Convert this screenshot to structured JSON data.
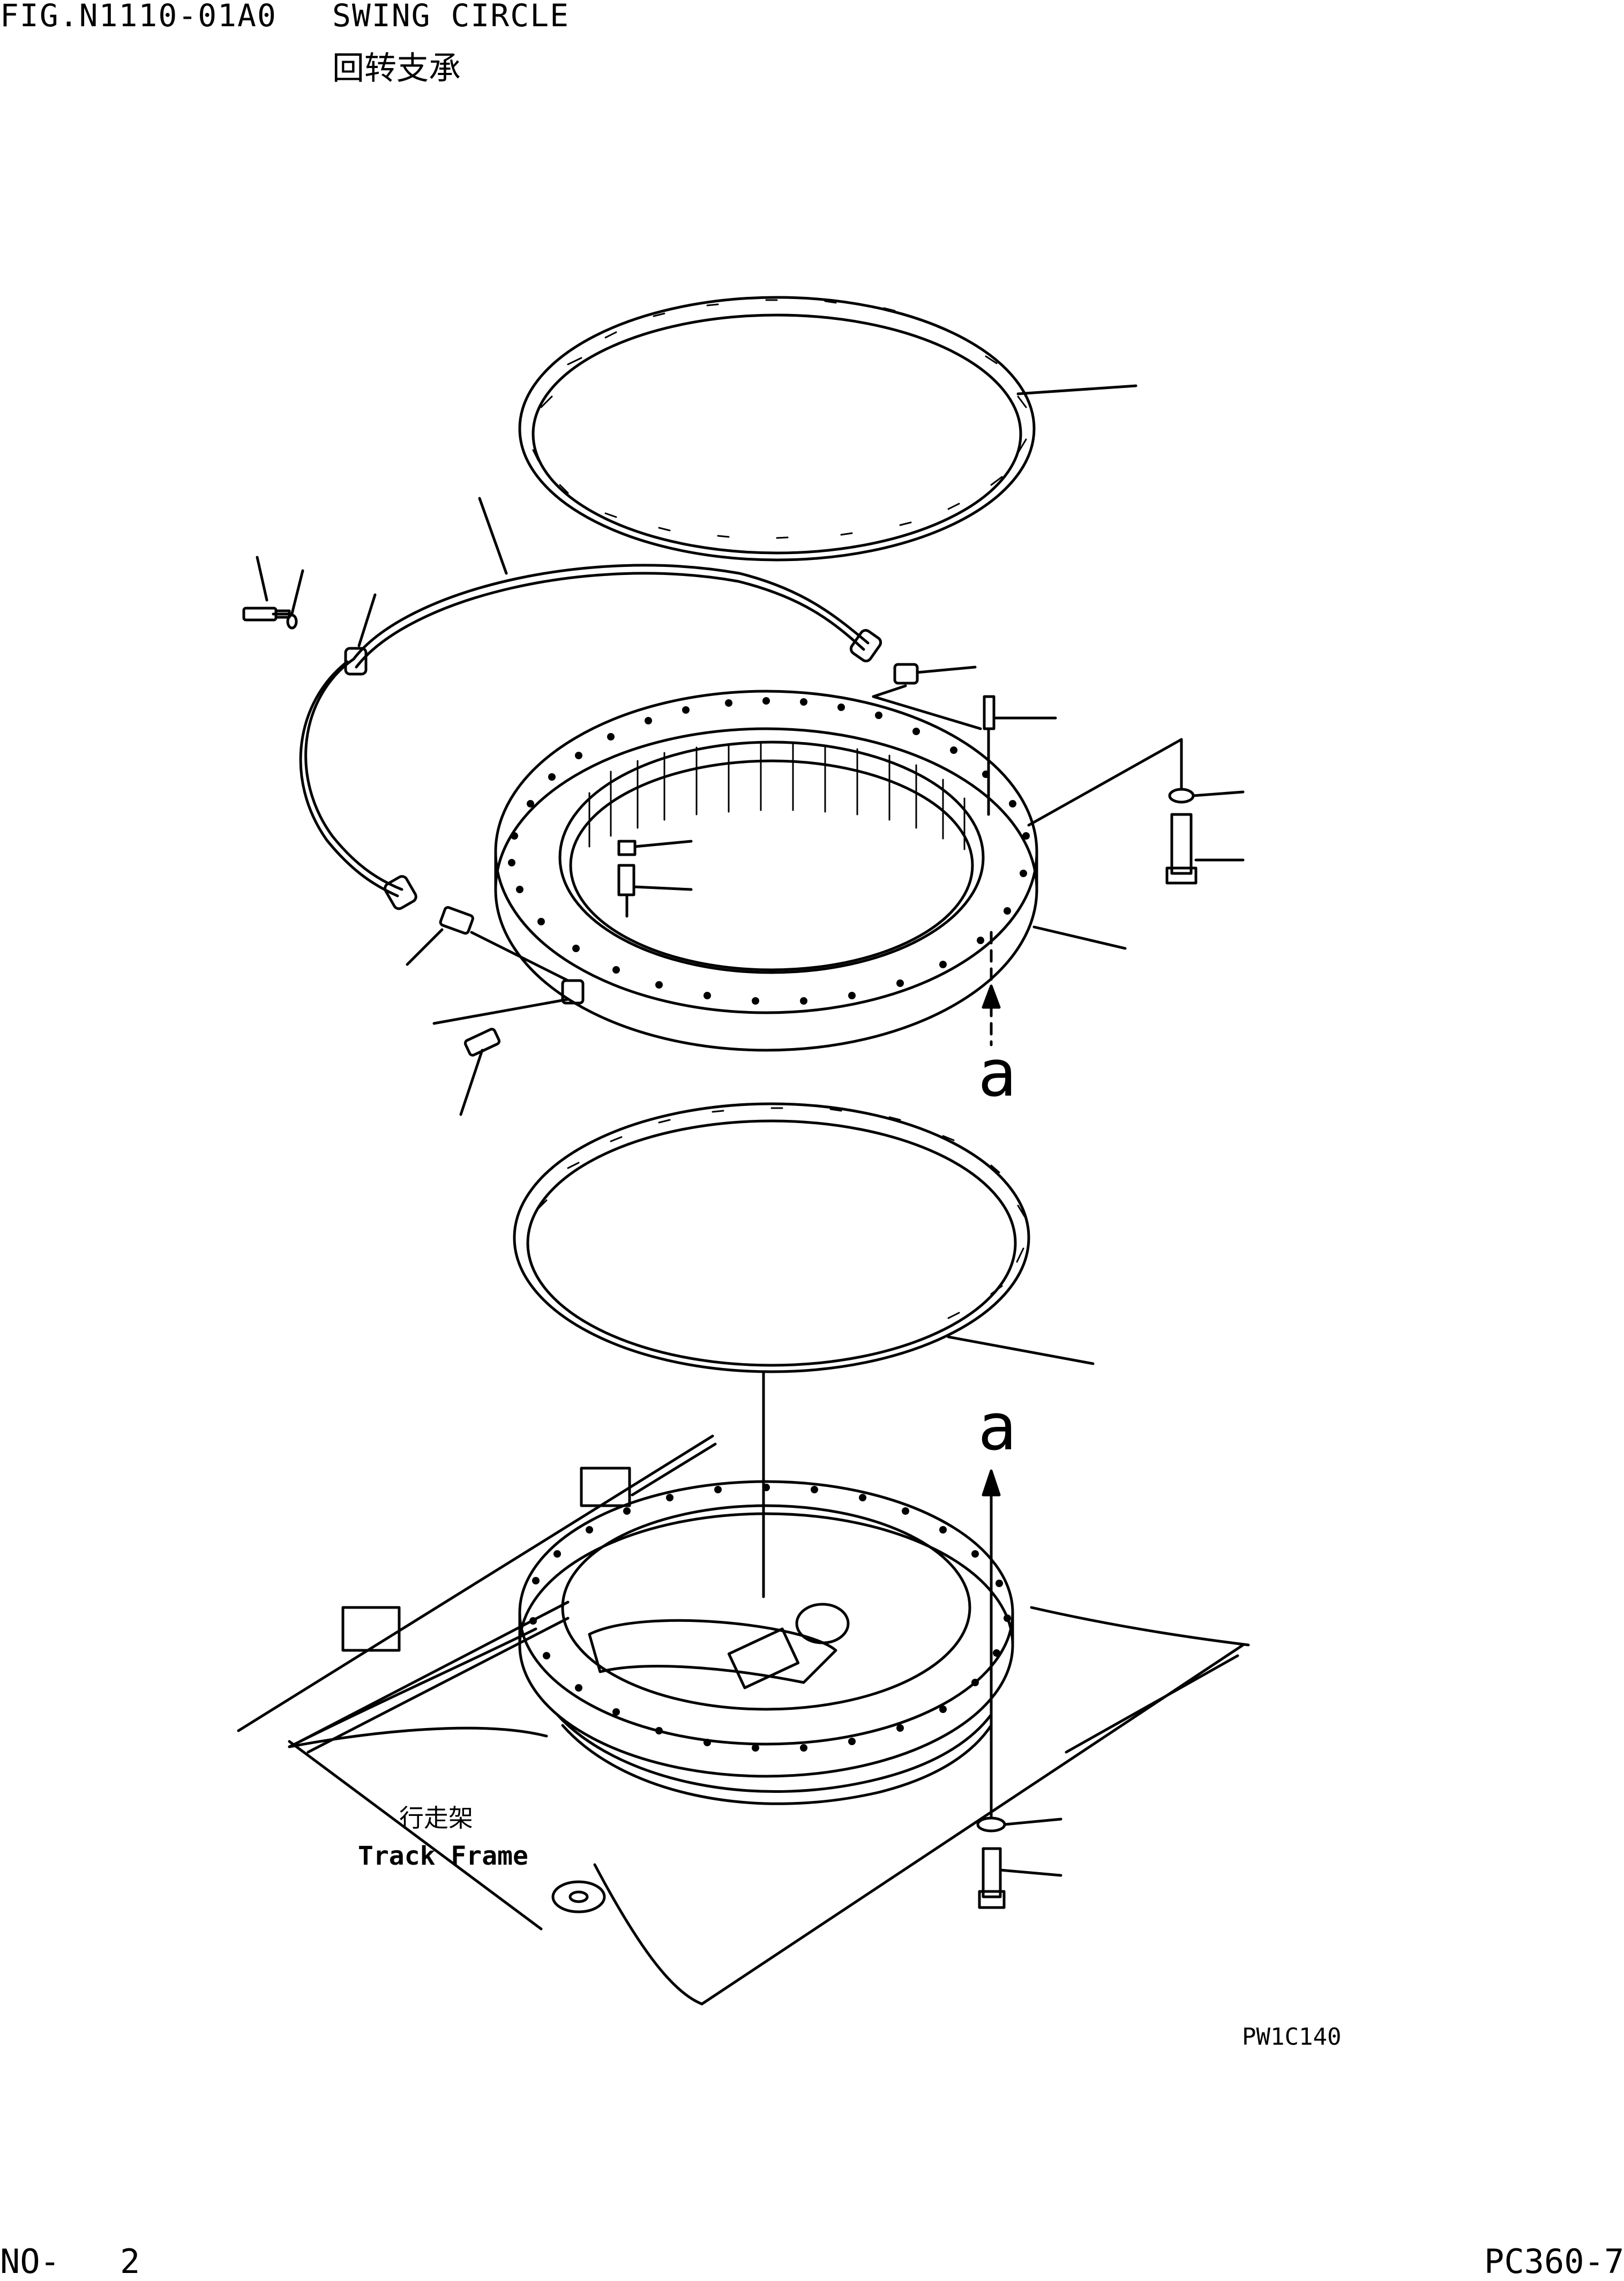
{
  "header": {
    "figure_number": "FIG.N1110-01A0",
    "title_en": "SWING CIRCLE",
    "title_cn": "回转支承"
  },
  "drawing": {
    "view_label_upper": "a",
    "view_label_lower": "a",
    "track_frame_cn": "行走架",
    "track_frame_en": "Track Frame",
    "drawing_code": "PW1C140"
  },
  "footer": {
    "page_no": "NO-   2",
    "model": "PC360-7"
  }
}
